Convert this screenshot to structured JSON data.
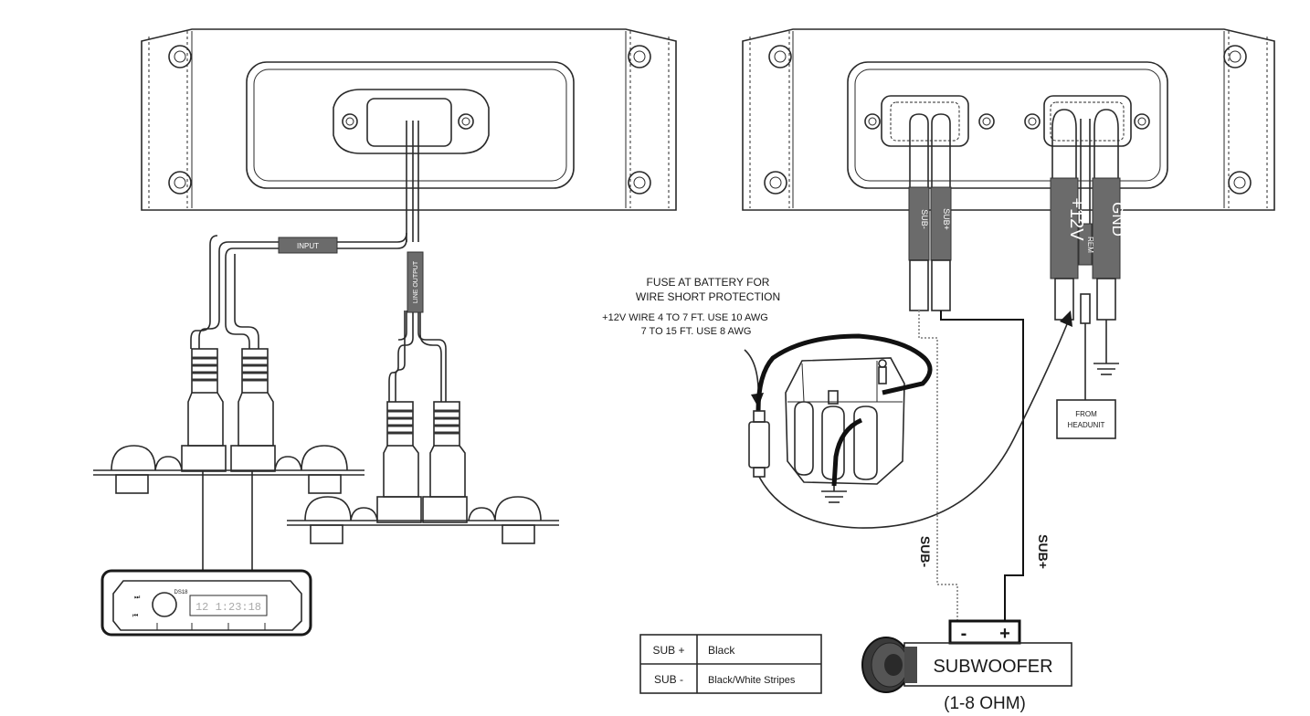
{
  "labels": {
    "input": "INPUT",
    "line_output": "LINE OUTPUT",
    "sub_minus_sleeve": "SUB-",
    "sub_plus_sleeve": "SUB+",
    "plus12v": "+12V",
    "gnd": "GND",
    "rem": "REM",
    "fuse_note_line1": "FUSE AT BATTERY FOR",
    "fuse_note_line2": "WIRE SHORT PROTECTION",
    "awg_note_line1": "+12V WIRE 4 TO 7 FT. USE 10 AWG",
    "awg_note_line2": "7 TO 15 FT. USE 8 AWG",
    "from_headunit_line1": "FROM",
    "from_headunit_line2": "HEADUNIT",
    "sub_minus_wire": "SUB-",
    "sub_plus_wire": "SUB+",
    "terminal_minus": "-",
    "terminal_plus": "+",
    "subwoofer": "SUBWOOFER",
    "impedance": "(1-8 OHM)",
    "head_unit_display": "12 1:23:18",
    "head_unit_brand": "DS18"
  },
  "wire_table": [
    {
      "name": "SUB +",
      "color": "Black"
    },
    {
      "name": "SUB -",
      "color": "Black/White Stripes"
    }
  ],
  "colors": {
    "line": "#2a2a2a",
    "sleeve": "#6b6b6b",
    "dashed_wire": "#9a9a9a",
    "background": "#ffffff"
  }
}
